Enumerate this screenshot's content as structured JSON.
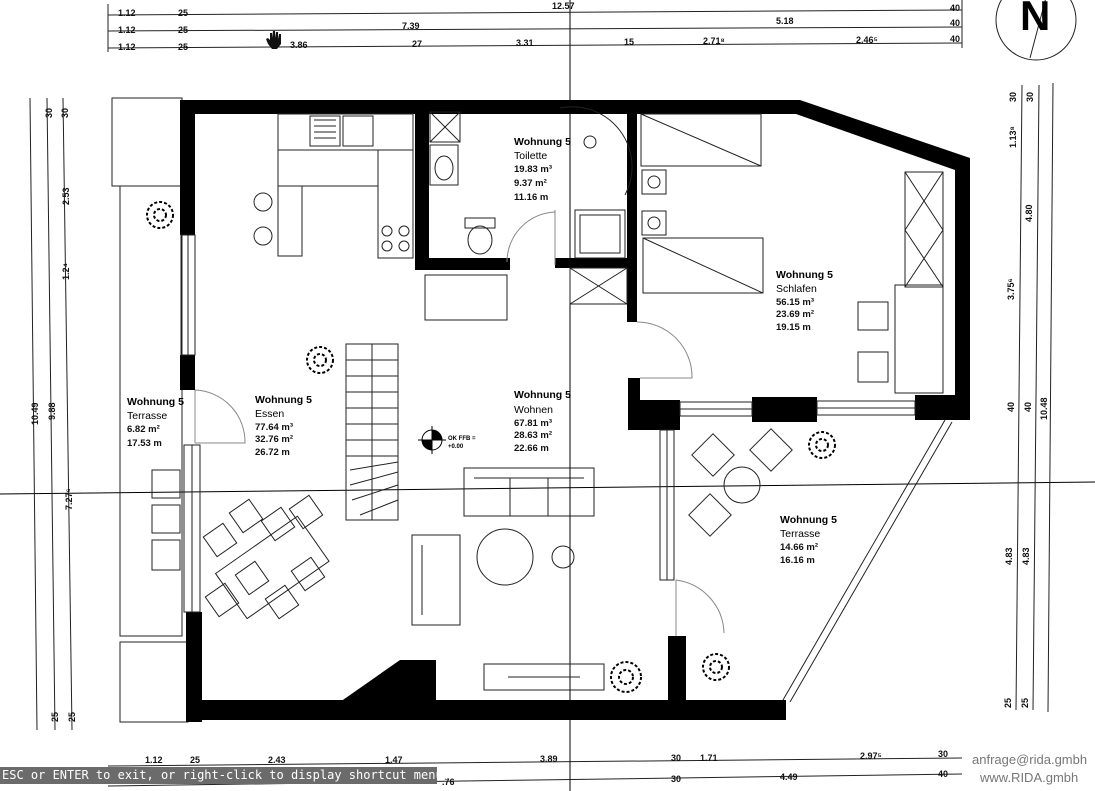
{
  "dimensions": {
    "top_row_1": [
      "1.12",
      "25",
      "12.57",
      "40"
    ],
    "top_row_2": [
      "1.12",
      "25",
      "7.39",
      "5.18",
      "40"
    ],
    "top_row_3": [
      "1.12",
      "25",
      "3.86",
      "27",
      "3.31",
      "15",
      "2.71⁸",
      "2.46⁵",
      "40"
    ],
    "bottom_row_1": [
      "1.12",
      "25",
      "2.43",
      "1.47",
      "3.89",
      "30",
      "1.71",
      "2.97⁵",
      "30"
    ],
    "bottom_row_2": [
      ".76",
      "30",
      "4.49",
      "40"
    ],
    "left_outer": [
      "10.49"
    ],
    "left_mid": [
      "30",
      "9.88",
      "25"
    ],
    "left_inner": [
      "30",
      "2.53",
      "1.2⁴",
      "7.27⁶",
      "25"
    ],
    "right_inner": [
      "30",
      "1.13⁸",
      "3.75⁶",
      "40",
      "4.83",
      "25"
    ],
    "right_mid": [
      "30",
      "4.80",
      "40",
      "4.83",
      "25"
    ],
    "right_outer": [
      "10.48"
    ]
  },
  "rooms": [
    {
      "unit": "Wohnung 5",
      "name": "Toilette",
      "volume": "19.83 m³",
      "area": "9.37 m²",
      "perimeter": "11.16 m"
    },
    {
      "unit": "Wohnung 5",
      "name": "Schlafen",
      "volume": "56.15 m³",
      "area": "23.69 m²",
      "perimeter": "19.15 m"
    },
    {
      "unit": "Wohnung 5",
      "name": "Terrasse",
      "volume": "",
      "area": "6.82 m²",
      "perimeter": "17.53 m"
    },
    {
      "unit": "Wohnung 5",
      "name": "Essen",
      "volume": "77.64 m³",
      "area": "32.76 m²",
      "perimeter": "26.72 m"
    },
    {
      "unit": "Wohnung 5",
      "name": "Wohnen",
      "volume": "67.81 m³",
      "area": "28.63 m²",
      "perimeter": "22.66 m"
    },
    {
      "unit": "Wohnung 5",
      "name": "Terrasse",
      "volume": "",
      "area": "14.66 m²",
      "perimeter": "16.16 m"
    }
  ],
  "level_marker": {
    "label": "OK FFB =",
    "value": "+0.00"
  },
  "north_arrow": {
    "label": "N"
  },
  "status_bar": {
    "text": "ESC or ENTER to exit, or right-click to display shortcut menu."
  },
  "watermark": {
    "email": "anfrage@rida.gmbh",
    "web": "www.RIDA.gmbh"
  },
  "cursor": {
    "icon": "hand-pan-icon"
  }
}
